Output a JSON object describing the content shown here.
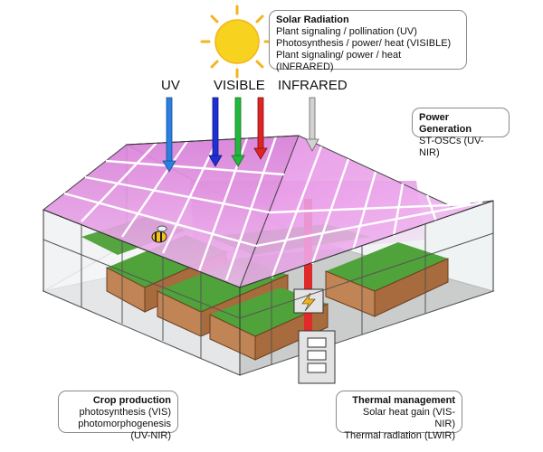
{
  "solar": {
    "title": "Solar Radiation",
    "lines": [
      "Plant signaling / pollination (UV)",
      "Photosynthesis / power/ heat (VISIBLE)",
      "Plant signaling/ power / heat (INFRARED)"
    ]
  },
  "wavelengths": {
    "uv": "UV",
    "visible": "VISIBLE",
    "infrared": "INFRARED"
  },
  "power": {
    "title": "Power Generation",
    "line": "ST-OSCs (UV-NIR)"
  },
  "crop": {
    "title": "Crop production",
    "lines": [
      "photosynthesis (VIS)",
      "photomorphogenesis (UV-NIR)"
    ]
  },
  "thermal": {
    "title": "Thermal management",
    "lines": [
      "Solar heat gain (VIS-NIR)",
      "Thermal radiation (LWIR)"
    ]
  },
  "colors": {
    "sun": "#f7d21e",
    "sun_rays": "#f3b51b",
    "uv_arrow": "#2a7fe0",
    "visible_blue": "#1f2fd6",
    "visible_green": "#22b83c",
    "visible_red": "#e02424",
    "infrared_arrow": "#c9c9c9",
    "roof_glass": "#e98fe8",
    "frame": "#ffffff",
    "planter_wood": "#b9784a",
    "floor": "#8e8e8e",
    "power_line": "#e02a2a"
  },
  "icons": [
    "sun-icon",
    "bee-icon",
    "lightning-icon",
    "electrical-cabinet-icon"
  ]
}
